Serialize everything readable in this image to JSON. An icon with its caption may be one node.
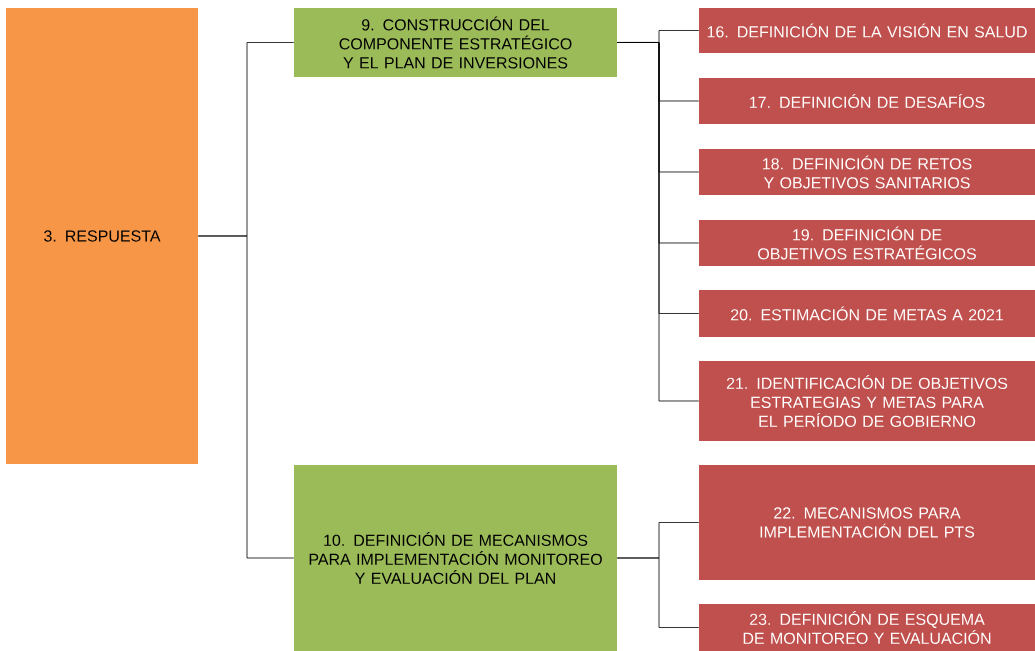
{
  "diagram": {
    "nodes": [
      {
        "text": [
          "3. RESPUESTA"
        ]
      },
      {
        "text": [
          "9. CONSTRUCCIÓN DEL COMPONENTE ESTRATÉGICO Y EL PLAN DE INVERSIONES"
        ]
      },
      {
        "text": [
          "10. DEFINICIÓN DE MECANISMOS PARA IMPLEMENTACIÓN MONITOREO Y EVALUACIÓN DEL PLAN"
        ]
      },
      {
        "text": [
          "16. DEFINICIÓN DE LA VISIÓN EN SALUD"
        ]
      },
      {
        "text": [
          "17. DEFINICIÓN DE DESAFÍOS"
        ]
      },
      {
        "text": [
          "18. DEFINICIÓN DE RETOS Y OBJETIVOS SANITARIOS"
        ]
      },
      {
        "text": [
          "19. DEFINICIÓN DE OBJETIVOS ESTRATÉGICOS"
        ]
      },
      {
        "text": [
          "20. ESTIMACIÓN DE METAS A 2021"
        ]
      },
      {
        "text": [
          "21. IDENTIFICACIÓN DE OBJETIVOS ESTRATEGIAS Y METAS PARA EL PERÍODO DE GOBIERNO"
        ]
      },
      {
        "text": [
          "22. MECANISMOS PARA IMPLEMENTACIÓN DEL PTS"
        ]
      },
      {
        "text": [
          "23. DEFINICIÓN DE ESQUEMA DE MONITOREO Y EVALUACIÓN"
        ]
      }
    ],
    "edges": [
      {
        "from": 0,
        "to": 1,
        "arrow": "none"
      },
      {
        "from": 0,
        "to": 2,
        "arrow": "none"
      },
      {
        "from": 1,
        "to": 3,
        "arrow": "none"
      },
      {
        "from": 1,
        "to": 4,
        "arrow": "none"
      },
      {
        "from": 1,
        "to": 5,
        "arrow": "none"
      },
      {
        "from": 1,
        "to": 6,
        "arrow": "none"
      },
      {
        "from": 1,
        "to": 7,
        "arrow": "none"
      },
      {
        "from": 1,
        "to": 8,
        "arrow": "none"
      },
      {
        "from": 2,
        "to": 9,
        "arrow": "none"
      },
      {
        "from": 2,
        "to": 10,
        "arrow": "none"
      }
    ]
  }
}
